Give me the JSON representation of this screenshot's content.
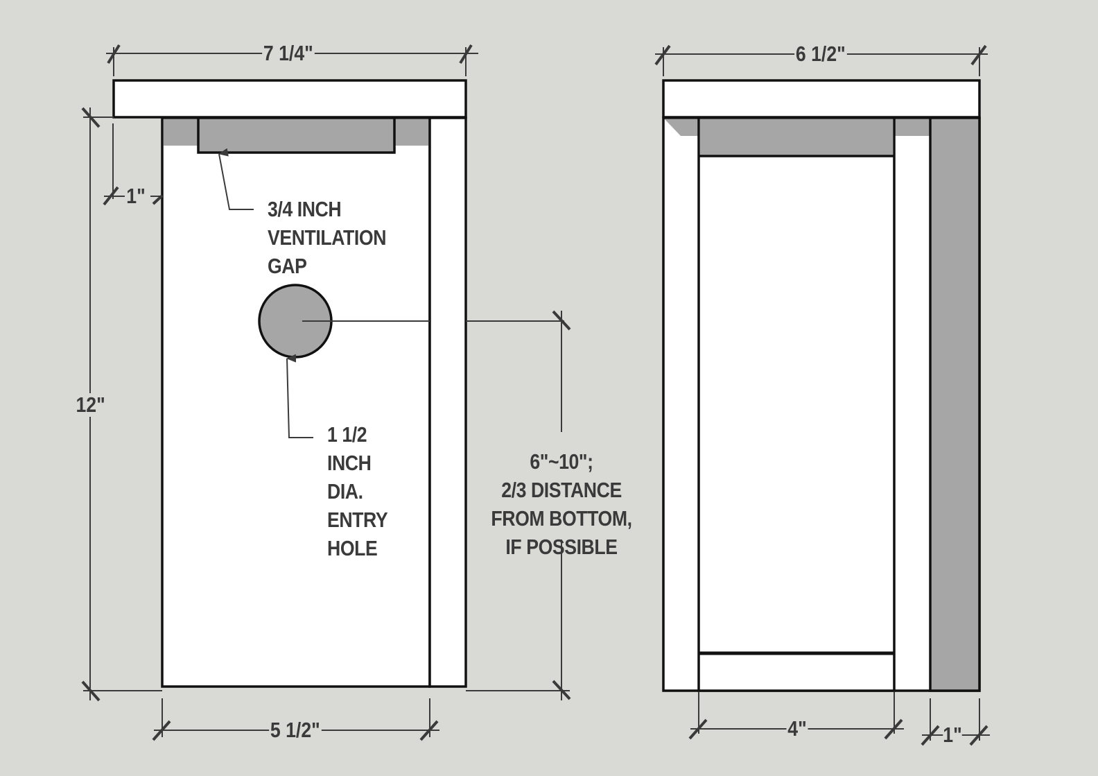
{
  "colors": {
    "background": "#d9d9d5",
    "board": "#ffffff",
    "shadow": "#a6a6a6",
    "outline": "#111111",
    "dim_line": "#3a3a3a",
    "text": "#3a3a3a"
  },
  "front_view": {
    "width_roof": "7 1/4\"",
    "height_total": "12\"",
    "roof_overhang": "1\"",
    "front_width": "5 1/2\"",
    "ventilation_label": [
      "3/4 INCH",
      "VENTILATION",
      "GAP"
    ],
    "entry_hole_label": [
      "1 1/2",
      "INCH",
      "DIA.",
      "ENTRY",
      "HOLE"
    ],
    "hole_height_label": [
      "6\"~10\";",
      "2/3 DISTANCE",
      "FROM BOTTOM,",
      "IF POSSIBLE"
    ]
  },
  "side_view": {
    "width_roof": "6 1/2\"",
    "floor_width": "4\"",
    "board_thickness": "1\""
  }
}
